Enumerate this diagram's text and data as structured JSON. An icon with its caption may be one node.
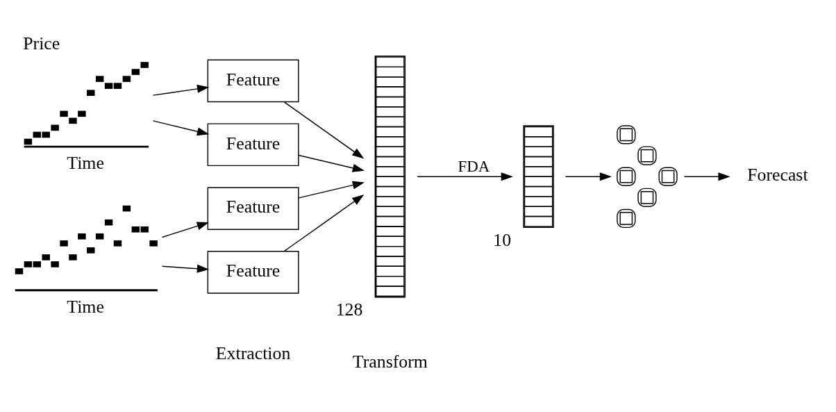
{
  "diagram": {
    "nodes": [
      {
        "text": [],
        "shape": "picture",
        "beside": [
          "Price",
          "Time"
        ]
      },
      {
        "text": [],
        "shape": "picture",
        "beside": [
          "Time"
        ]
      },
      {
        "text": [
          "Feature"
        ]
      },
      {
        "text": [
          "Feature"
        ]
      },
      {
        "text": [
          "Feature"
        ]
      },
      {
        "text": [
          "Feature"
        ]
      },
      {
        "text": [],
        "shape": "bar",
        "beside": [
          "128"
        ]
      },
      {
        "text": [],
        "shape": "bar",
        "beside": [
          "10"
        ]
      },
      {
        "text": [],
        "shape": "picture"
      },
      {
        "text": [
          "Forecast"
        ]
      }
    ],
    "edges": [
      {
        "from": 0,
        "to": 2,
        "arrow": "to"
      },
      {
        "from": 0,
        "to": 3,
        "arrow": "to"
      },
      {
        "from": 1,
        "to": 4,
        "arrow": "to"
      },
      {
        "from": 1,
        "to": 5,
        "arrow": "to"
      },
      {
        "from": 2,
        "to": 6,
        "arrow": "to"
      },
      {
        "from": 3,
        "to": 6,
        "arrow": "to"
      },
      {
        "from": 4,
        "to": 6,
        "arrow": "to"
      },
      {
        "from": 5,
        "to": 6,
        "arrow": "to"
      },
      {
        "from": 6,
        "to": 7,
        "arrow": "to",
        "label": "FDA"
      },
      {
        "from": 7,
        "to": 8,
        "arrow": "to"
      },
      {
        "from": 8,
        "to": 9,
        "arrow": "to"
      }
    ],
    "labels": [
      "Extraction",
      "Transform"
    ]
  }
}
